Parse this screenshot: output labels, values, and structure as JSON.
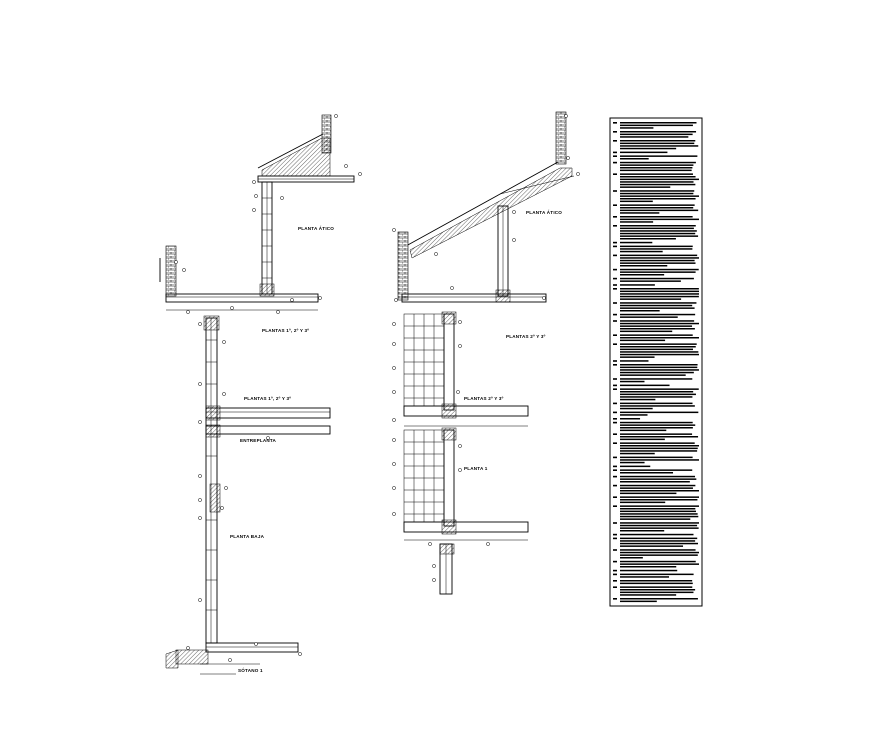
{
  "left_section": {
    "labels": {
      "atico": "PLANTA ÁTICO",
      "plantas_1_2_3_a": "PLANTAS 1º, 2º Y 3º",
      "plantas_1_2_3_b": "PLANTAS 1º, 2º Y 3º",
      "entreplanta": "ENTREPLANTA",
      "baja": "PLANTA BAJA",
      "sotano": "SÓTANO 1"
    }
  },
  "right_section": {
    "labels": {
      "atico": "PLANTA ÁTICO",
      "plantas_2_3_a": "PLANTAS 2º Y 3º",
      "plantas_2_3_b": "PLANTAS 2º Y 3º",
      "planta_1": "PLANTA 1"
    }
  },
  "colors": {
    "ink": "#000000",
    "paper": "#ffffff"
  }
}
